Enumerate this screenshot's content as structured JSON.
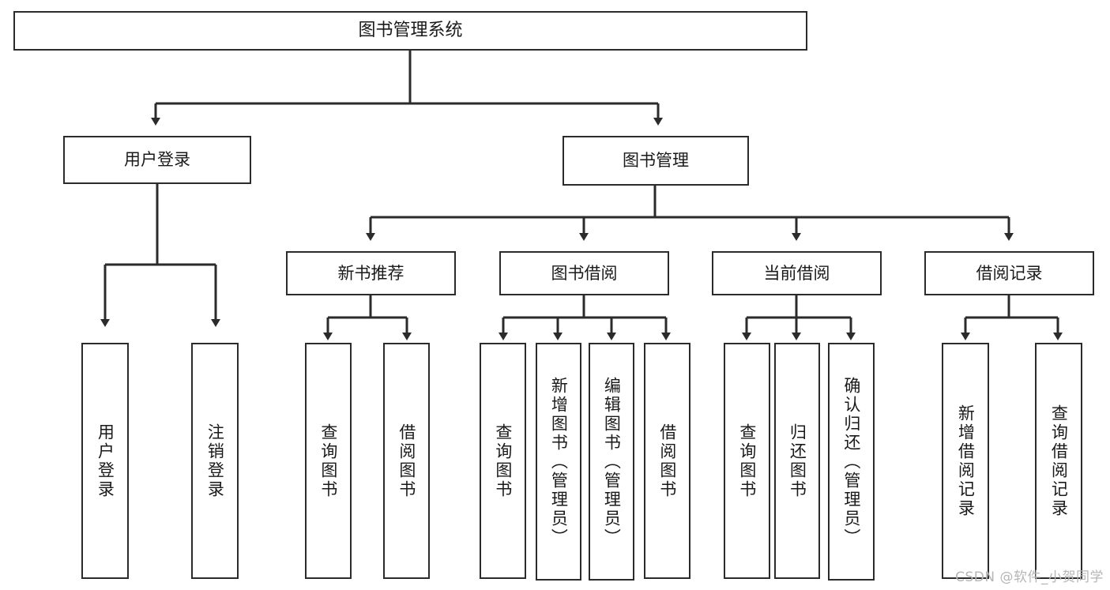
{
  "diagram": {
    "title": "图书管理系统",
    "type": "tree",
    "watermark": "CSDN @软件_小贺同学",
    "line_color": "#2b2b2b",
    "box_fill": "#ffffff",
    "text_color": "#1a1a1a",
    "watermark_color": "#b6b6b6"
  },
  "nodes": {
    "root": {
      "label": "图书管理系统",
      "level": 0
    },
    "level1": [
      {
        "id": "user-login",
        "label": "用户登录"
      },
      {
        "id": "book-manage",
        "label": "图书管理"
      }
    ],
    "level2": [
      {
        "id": "new-book-recommend",
        "label": "新书推荐",
        "parent": "book-manage"
      },
      {
        "id": "book-borrow",
        "label": "图书借阅",
        "parent": "book-manage"
      },
      {
        "id": "current-borrow",
        "label": "当前借阅",
        "parent": "book-manage"
      },
      {
        "id": "borrow-record",
        "label": "借阅记录",
        "parent": "book-manage"
      }
    ],
    "leaves": [
      {
        "id": "leaf-user-login",
        "label": "用户登录",
        "parent": "user-login"
      },
      {
        "id": "leaf-user-logout",
        "label": "注销登录",
        "parent": "user-login"
      },
      {
        "id": "leaf-query-book-1",
        "label": "查询图书",
        "parent": "new-book-recommend"
      },
      {
        "id": "leaf-borrow-book-1",
        "label": "借阅图书",
        "parent": "new-book-recommend"
      },
      {
        "id": "leaf-query-book-2",
        "label": "查询图书",
        "parent": "book-borrow"
      },
      {
        "id": "leaf-add-book",
        "label": "新增图书（管理员）",
        "parent": "book-borrow"
      },
      {
        "id": "leaf-edit-book",
        "label": "编辑图书（管理员）",
        "parent": "book-borrow"
      },
      {
        "id": "leaf-borrow-book-2",
        "label": "借阅图书",
        "parent": "book-borrow"
      },
      {
        "id": "leaf-query-book-3",
        "label": "查询图书",
        "parent": "current-borrow"
      },
      {
        "id": "leaf-return-book",
        "label": "归还图书",
        "parent": "current-borrow"
      },
      {
        "id": "leaf-confirm-return",
        "label": "确认归还（管理员）",
        "parent": "current-borrow"
      },
      {
        "id": "leaf-add-record",
        "label": "新增借阅记录",
        "parent": "borrow-record"
      },
      {
        "id": "leaf-query-record",
        "label": "查询借阅记录",
        "parent": "borrow-record"
      }
    ]
  }
}
